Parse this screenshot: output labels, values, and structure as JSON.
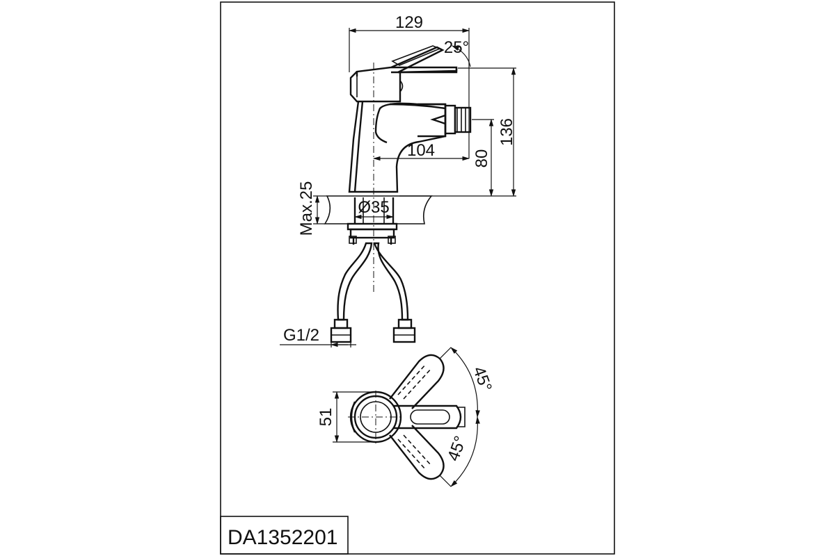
{
  "model_code": "DA1352201",
  "dimensions": {
    "overall_length": "129",
    "lever_angle": "25°",
    "overall_height": "136",
    "spout_height": "80",
    "spout_reach": "104",
    "mount_hole": "Ø35",
    "max_deck_thickness": "Max.25",
    "thread": "G1/2",
    "body_width": "51",
    "rotation_upper": "45°",
    "rotation_lower": "45°"
  }
}
